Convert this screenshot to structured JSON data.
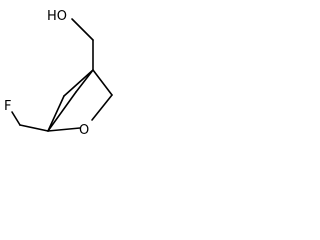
{
  "molecule": {
    "atom_labels": {
      "hydroxyl": "HO",
      "fluorine": "F",
      "ring_oxygen": "O"
    },
    "colors": {
      "bond": "#000000",
      "text": "#000000",
      "background": "#ffffff"
    }
  }
}
